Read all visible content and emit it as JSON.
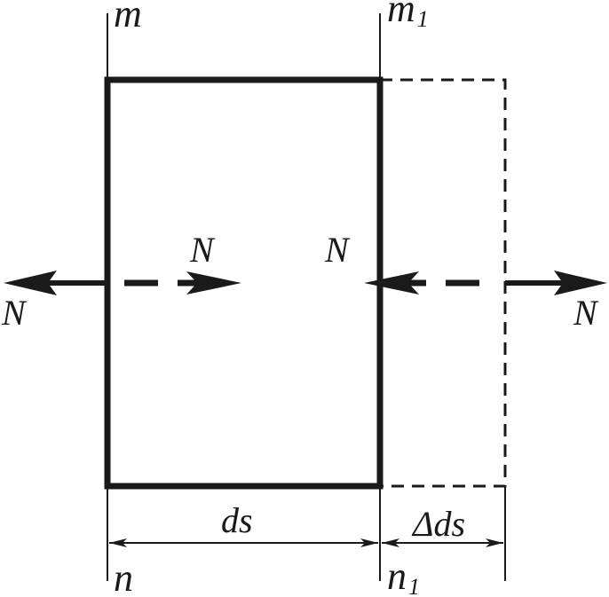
{
  "labels": {
    "m": "m",
    "m1_base": "m",
    "m1_sub": "1",
    "n": "n",
    "n1_base": "n",
    "n1_sub": "1",
    "force_left_outer": "N",
    "force_left_inner": "N",
    "force_right_inner": "N",
    "force_right_outer": "N",
    "ds": "ds",
    "delta_ds": "Δds"
  },
  "colors": {
    "stroke": "#1a1a1a",
    "background": "#ffffff"
  }
}
